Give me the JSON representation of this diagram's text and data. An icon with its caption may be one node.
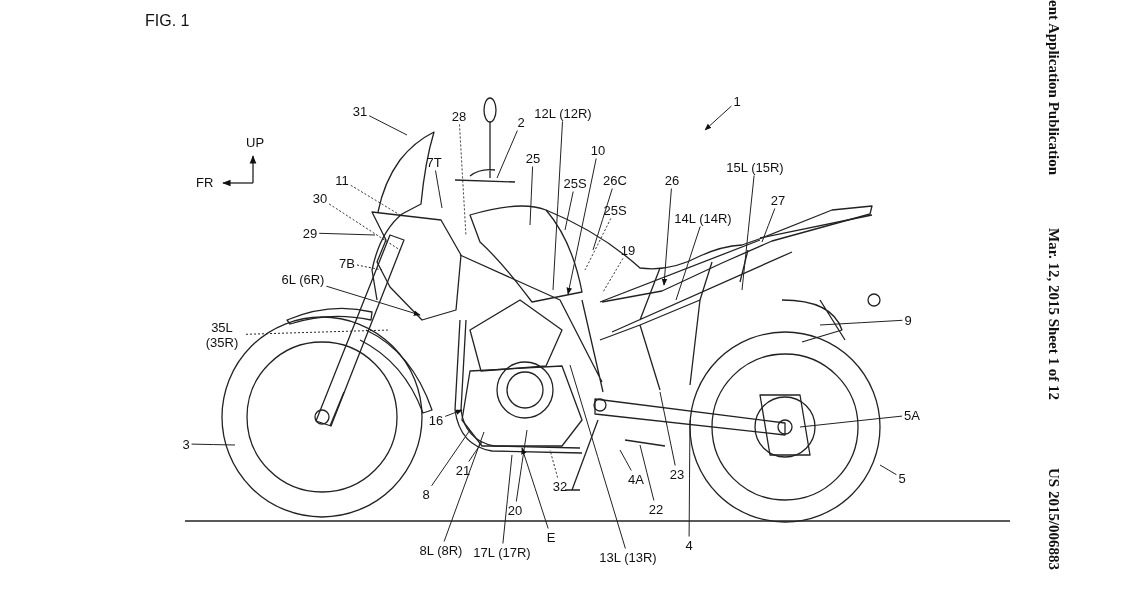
{
  "diagram": {
    "title": "FIG. 1",
    "nodes": [
      {
        "text": [
          "31"
        ]
      },
      {
        "text": [
          "28"
        ]
      },
      {
        "text": [
          "2"
        ]
      },
      {
        "text": [
          "12L (12R)"
        ]
      },
      {
        "text": [
          "1"
        ]
      },
      {
        "text": [
          "7T"
        ]
      },
      {
        "text": [
          "25"
        ]
      },
      {
        "text": [
          "10"
        ]
      },
      {
        "text": [
          "25S"
        ]
      },
      {
        "text": [
          "26C"
        ]
      },
      {
        "text": [
          "26"
        ]
      },
      {
        "text": [
          "15L (15R)"
        ]
      },
      {
        "text": [
          "11"
        ]
      },
      {
        "text": [
          "30"
        ]
      },
      {
        "text": [
          "27"
        ]
      },
      {
        "text": [
          "25S"
        ]
      },
      {
        "text": [
          "14L (14R)"
        ]
      },
      {
        "text": [
          "19"
        ]
      },
      {
        "text": [
          "29"
        ]
      },
      {
        "text": [
          "7B"
        ]
      },
      {
        "text": [
          "6L (6R)"
        ]
      },
      {
        "text": [
          "9"
        ]
      },
      {
        "text": [
          "35L (35R)"
        ]
      },
      {
        "text": [
          "16"
        ]
      },
      {
        "text": [
          "3"
        ]
      },
      {
        "text": [
          "5A"
        ]
      },
      {
        "text": [
          "21"
        ]
      },
      {
        "text": [
          "5"
        ]
      },
      {
        "text": [
          "8"
        ]
      },
      {
        "text": [
          "4A"
        ]
      },
      {
        "text": [
          "23"
        ]
      },
      {
        "text": [
          "32"
        ]
      },
      {
        "text": [
          "22"
        ]
      },
      {
        "text": [
          "20"
        ]
      },
      {
        "text": [
          "8L (8R)"
        ]
      },
      {
        "text": [
          "17L (17R)"
        ]
      },
      {
        "text": [
          "E"
        ]
      },
      {
        "text": [
          "13L (13R)"
        ]
      },
      {
        "text": [
          "4"
        ]
      }
    ],
    "edges": [
      {
        "from": 0,
        "to": null,
        "arrow": "none"
      },
      {
        "from": 1,
        "to": null,
        "arrow": "none",
        "style": "dashed"
      },
      {
        "from": 2,
        "to": null,
        "arrow": "none"
      },
      {
        "from": 3,
        "to": null,
        "arrow": "none"
      },
      {
        "from": 4,
        "to": null,
        "arrow": "to"
      },
      {
        "from": 5,
        "to": null,
        "arrow": "none"
      },
      {
        "from": 6,
        "to": null,
        "arrow": "none"
      },
      {
        "from": 7,
        "to": null,
        "arrow": "to"
      },
      {
        "from": 8,
        "to": null,
        "arrow": "none"
      },
      {
        "from": 9,
        "to": null,
        "arrow": "none"
      },
      {
        "from": 10,
        "to": null,
        "arrow": "to"
      },
      {
        "from": 11,
        "to": null,
        "arrow": "none"
      },
      {
        "from": 12,
        "to": null,
        "arrow": "none",
        "style": "dashed"
      },
      {
        "from": 13,
        "to": null,
        "arrow": "none",
        "style": "dashed"
      },
      {
        "from": 14,
        "to": null,
        "arrow": "none"
      },
      {
        "from": 15,
        "to": null,
        "arrow": "none",
        "style": "dashed"
      },
      {
        "from": 16,
        "to": null,
        "arrow": "none"
      },
      {
        "from": 17,
        "to": null,
        "arrow": "none",
        "style": "dashed"
      },
      {
        "from": 18,
        "to": null,
        "arrow": "none"
      },
      {
        "from": 19,
        "to": null,
        "arrow": "none",
        "style": "dashed"
      },
      {
        "from": 20,
        "to": null,
        "arrow": "to"
      },
      {
        "from": 21,
        "to": null,
        "arrow": "none"
      },
      {
        "from": 22,
        "to": null,
        "arrow": "none",
        "style": "dashed"
      },
      {
        "from": 23,
        "to": null,
        "arrow": "to"
      },
      {
        "from": 24,
        "to": null,
        "arrow": "none"
      },
      {
        "from": 25,
        "to": null,
        "arrow": "none"
      },
      {
        "from": 26,
        "to": null,
        "arrow": "none"
      },
      {
        "from": 27,
        "to": null,
        "arrow": "none"
      },
      {
        "from": 28,
        "to": null,
        "arrow": "none"
      },
      {
        "from": 29,
        "to": null,
        "arrow": "none"
      },
      {
        "from": 30,
        "to": null,
        "arrow": "none"
      },
      {
        "from": 31,
        "to": null,
        "arrow": "none",
        "style": "dashed"
      },
      {
        "from": 32,
        "to": null,
        "arrow": "none"
      },
      {
        "from": 33,
        "to": null,
        "arrow": "none"
      },
      {
        "from": 34,
        "to": null,
        "arrow": "none"
      },
      {
        "from": 35,
        "to": null,
        "arrow": "none"
      },
      {
        "from": 36,
        "to": null,
        "arrow": "to"
      },
      {
        "from": 37,
        "to": null,
        "arrow": "none"
      },
      {
        "from": 38,
        "to": null,
        "arrow": "none"
      }
    ],
    "labels": [
      "UP",
      "FR",
      "ent Application Publication",
      "Mar. 12, 2015 Sheet 1 of 12",
      "US 2015/006883"
    ]
  }
}
